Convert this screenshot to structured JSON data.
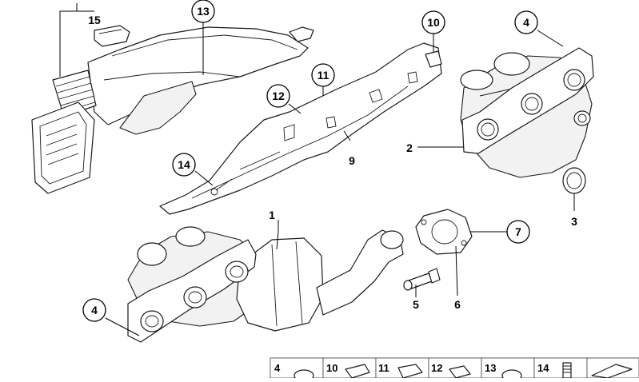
{
  "callouts": [
    {
      "id": "c1",
      "label": "1",
      "circled": false
    },
    {
      "id": "c2",
      "label": "2",
      "circled": false
    },
    {
      "id": "c3",
      "label": "3",
      "circled": false
    },
    {
      "id": "c4a",
      "label": "4",
      "circled": true
    },
    {
      "id": "c4b",
      "label": "4",
      "circled": true
    },
    {
      "id": "c5",
      "label": "5",
      "circled": false
    },
    {
      "id": "c6",
      "label": "6",
      "circled": false
    },
    {
      "id": "c7",
      "label": "7",
      "circled": true
    },
    {
      "id": "c9",
      "label": "9",
      "circled": false
    },
    {
      "id": "c10",
      "label": "10",
      "circled": true
    },
    {
      "id": "c11",
      "label": "11",
      "circled": true
    },
    {
      "id": "c12",
      "label": "12",
      "circled": true
    },
    {
      "id": "c13",
      "label": "13",
      "circled": true
    },
    {
      "id": "c14",
      "label": "14",
      "circled": true
    },
    {
      "id": "c15",
      "label": "15",
      "circled": false
    }
  ],
  "legend_strip": [
    "4",
    "10",
    "11",
    "12",
    "13",
    "14"
  ]
}
